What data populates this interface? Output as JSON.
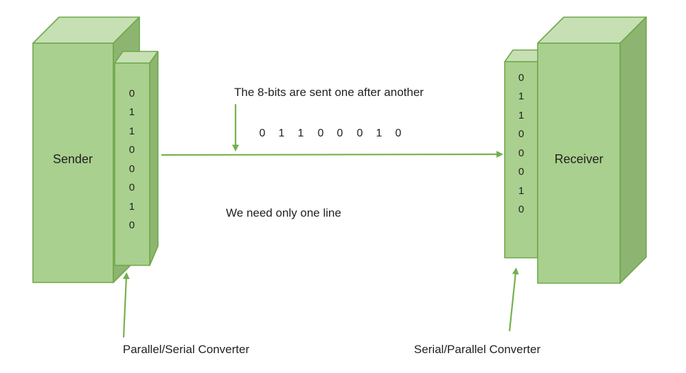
{
  "diagram": {
    "sender": {
      "label": "Sender"
    },
    "receiver": {
      "label": "Receiver"
    },
    "sender_converter": {
      "label": "Parallel/Serial Converter",
      "bits": [
        "0",
        "1",
        "1",
        "0",
        "0",
        "0",
        "1",
        "0"
      ]
    },
    "receiver_converter": {
      "label": "Serial/Parallel Converter",
      "bits": [
        "0",
        "1",
        "1",
        "0",
        "0",
        "0",
        "1",
        "0"
      ]
    },
    "annotations": {
      "top_caption": "The 8-bits are sent one after another",
      "bottom_caption": "We need only one line"
    },
    "serial_bits": [
      "0",
      "1",
      "1",
      "0",
      "0",
      "0",
      "1",
      "0"
    ],
    "colors": {
      "box_front": "#a9d08e",
      "box_top": "#c6e0b4",
      "box_side": "#8db571",
      "box_stroke": "#6fa74a",
      "arrow": "#74b04c",
      "text": "#212121"
    }
  }
}
